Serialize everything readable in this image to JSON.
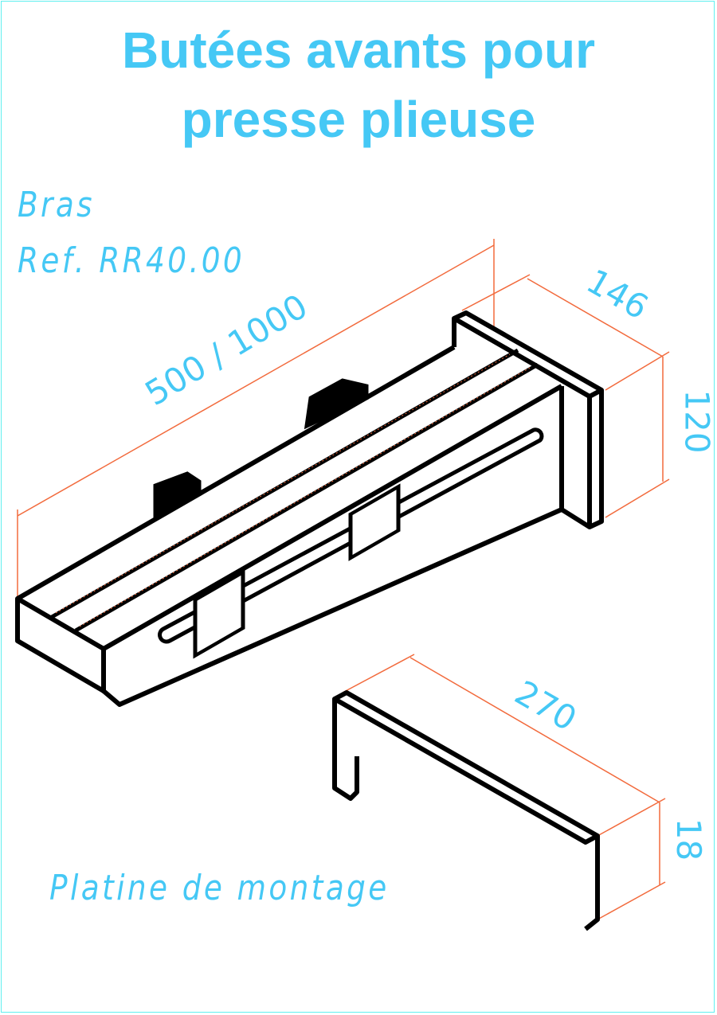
{
  "title": {
    "line1": "Butées avants pour",
    "line2": "presse plieuse"
  },
  "arm": {
    "name": "Bras",
    "ref": "Ref. RR40.00"
  },
  "plate": {
    "name": "Platine de montage"
  },
  "dimensions": {
    "length": "500 / 1000",
    "width": "146",
    "height": "120",
    "plate_length": "270",
    "plate_thickness": "18"
  },
  "colors": {
    "text": "#45c8f5",
    "dimension_lines": "#f26a3c",
    "outline": "#000000",
    "frame": "#5ff0f0"
  }
}
